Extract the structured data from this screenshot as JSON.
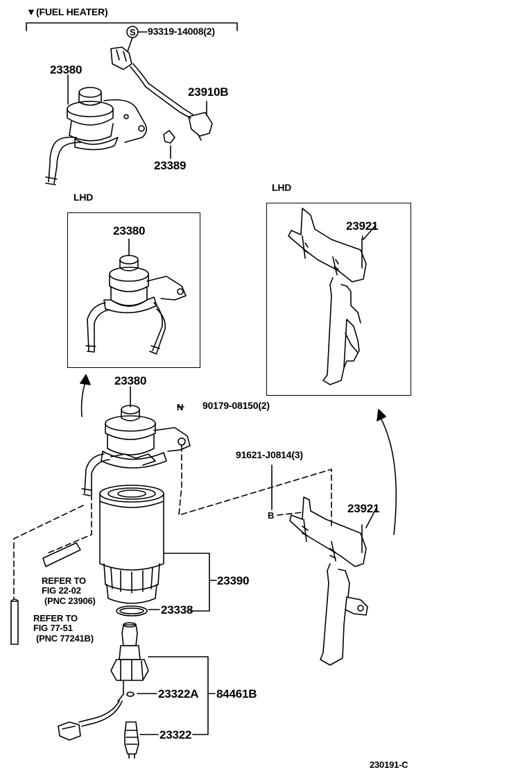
{
  "header": {
    "marker": "▼",
    "title": "(FUEL HEATER)"
  },
  "symbols": {
    "s": "S",
    "n": "N",
    "b": "B"
  },
  "labels": {
    "bolt_s": "93319-14008(2)",
    "heater_top": "23380",
    "sensor_wire": "23910B",
    "clamp": "23389",
    "lhd_left": "LHD",
    "lhd_right": "LHD",
    "box_left_part": "23380",
    "box_right_part": "23921",
    "filter_head": "23380",
    "nut_n": "90179-08150(2)",
    "bolt_b": "91621-J0814(3)",
    "bracket": "23921",
    "filter": "23390",
    "oring": "23338",
    "gasket": "23322A",
    "kit": "84461B",
    "switch": "23322",
    "drawing_no": "230191-C"
  },
  "refs": {
    "ref1_line1": "REFER TO",
    "ref1_line2": "FIG 22-02",
    "ref1_line3": "(PNC 23906)",
    "ref2_line1": "REFER TO",
    "ref2_line2": "FIG 77-51",
    "ref2_line3": "(PNC 77241B)"
  }
}
